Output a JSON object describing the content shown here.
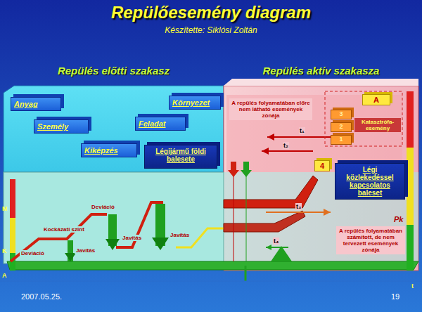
{
  "diagram": {
    "title": "Repülőesemény diagram",
    "nodes": [
      {
        "text": [
          "Repülés előtti szakasz"
        ]
      },
      {
        "text": [
          "Anyag"
        ],
        "in": 0
      },
      {
        "text": [
          "Környezet"
        ],
        "in": 0
      },
      {
        "text": [
          "Személy"
        ],
        "in": 0
      },
      {
        "text": [
          "Feladat"
        ],
        "in": 0
      },
      {
        "text": [
          "Kiképzés"
        ],
        "in": 0
      },
      {
        "text": [
          "Légijármű földi balesete"
        ],
        "in": 0
      },
      {
        "text": [
          "Repülés aktív szakasza"
        ]
      },
      {
        "text": [
          "A repülés folyamatában előre nem látható események zónája"
        ],
        "in": 7
      },
      {
        "text": [
          "A"
        ],
        "in": 7
      },
      {
        "text": [
          "3"
        ],
        "in": 7
      },
      {
        "text": [
          "2"
        ],
        "in": 7
      },
      {
        "text": [
          "1"
        ],
        "in": 7
      },
      {
        "text": [
          "Katasztrófa-esemény"
        ],
        "in": 7
      },
      {
        "text": [
          "4"
        ],
        "in": 7
      },
      {
        "text": [
          "Légi közlekedéssel kapcsolatos baleset"
        ],
        "in": 7
      },
      {
        "text": [
          "A repülés folyamatában számított, de nem tervezett események zónája"
        ],
        "in": 7
      }
    ],
    "labels": [
      "Készítette: Siklósi Zoltán",
      "Deviáció",
      "Kockázati szint",
      "Deviáció",
      "Javítás",
      "Javítás",
      "Javítás",
      "M",
      "K",
      "A",
      "Pk",
      "t₁",
      "t₂",
      "t₃",
      "t₄",
      "t",
      "2007.05.25.",
      "19"
    ]
  }
}
